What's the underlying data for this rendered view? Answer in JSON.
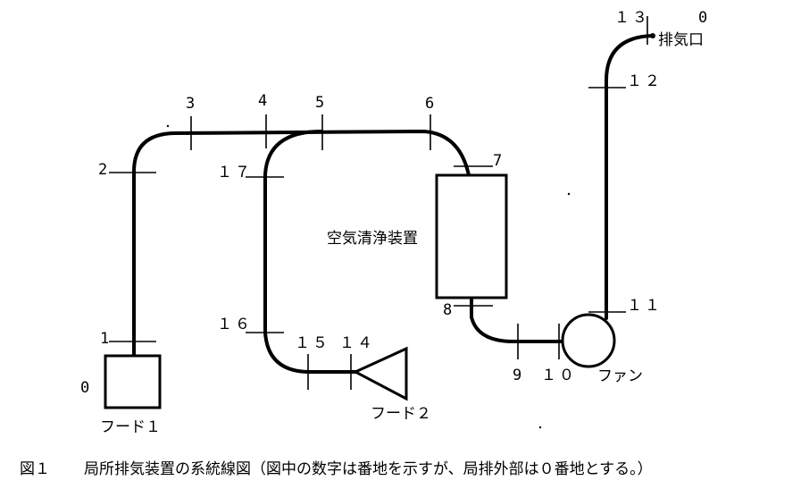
{
  "caption": {
    "figure_number": "図１",
    "text": "局所排気装置の系統線図（図中の数字は番地を示すが、局排外部は０番地とする。）"
  },
  "labels": {
    "hood1": "フード１",
    "hood2": "フード２",
    "air_cleaner": "空気清浄装置",
    "fan": "ファン",
    "exhaust": "排気口"
  },
  "addresses": {
    "hood1_outside": "0",
    "a1": "1",
    "a2": "2",
    "a3": "3",
    "a4": "4",
    "a5": "5",
    "a6": "6",
    "a7": "7",
    "a8": "8",
    "a9": "9",
    "a10": "１０",
    "a11": "１１",
    "a12": "１２",
    "a13": "１３",
    "exhaust_outside": "0",
    "a14": "１４",
    "a15": "１５",
    "a16": "１６",
    "a17": "１７"
  }
}
